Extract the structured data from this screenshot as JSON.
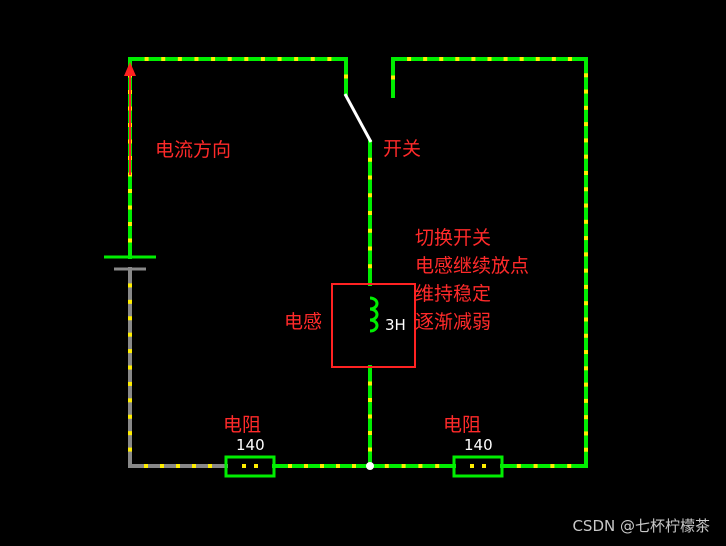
{
  "labels": {
    "current_direction": "电流方向",
    "switch": "开关",
    "inductor": "电感",
    "inductance": "3H",
    "resistor_left": "电阻",
    "resistor_left_value": "140",
    "resistor_right": "电阻",
    "resistor_right_value": "140"
  },
  "note_lines": [
    "切换开关",
    "电感继续放点",
    "维持稳定",
    "逐渐减弱"
  ],
  "watermark": "CSDN @七杯柠檬茶",
  "colors": {
    "background": "#000000",
    "wire_active": "#00ee00",
    "wire_inactive": "#888888",
    "current_dots": "#ffee00",
    "text_red": "#ff2a2a",
    "text_white": "#ffffff",
    "switch_blade": "#ffffff",
    "inductor_box": "#ff2222",
    "arrow": "#ff2222"
  }
}
